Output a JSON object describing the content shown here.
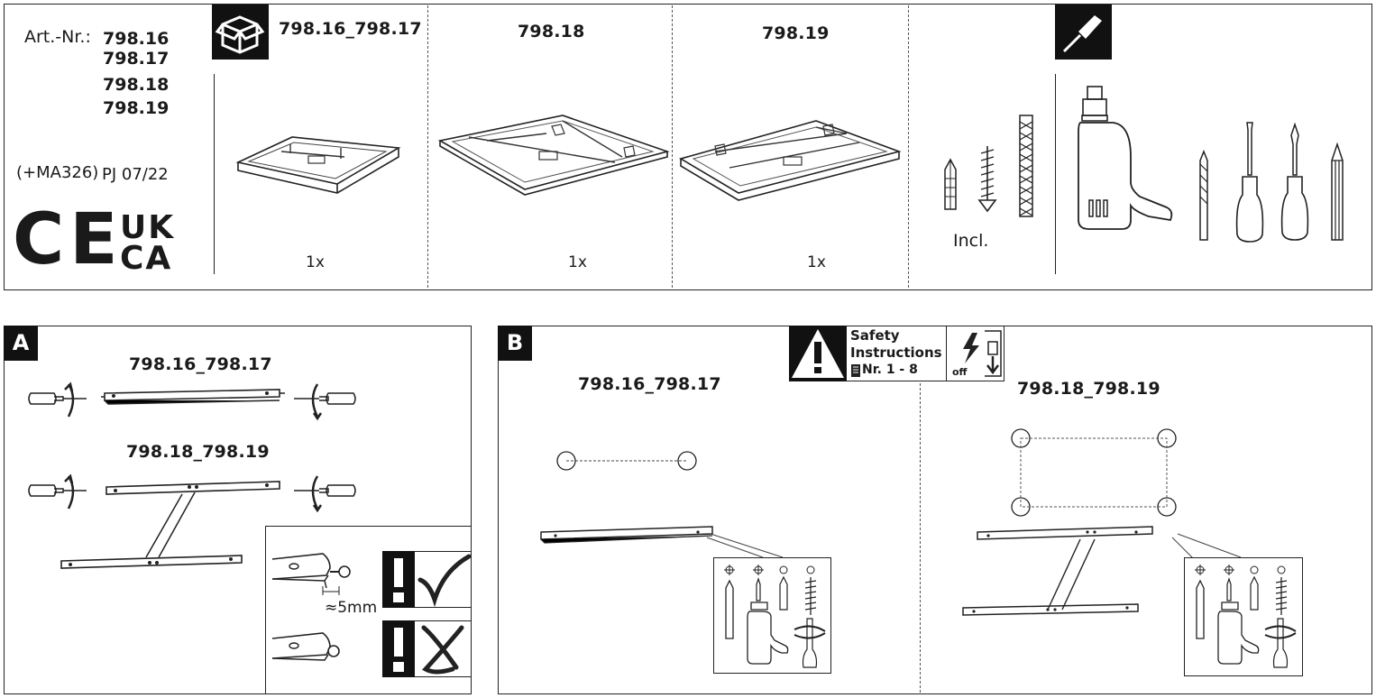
{
  "header": {
    "art_label": "Art.-Nr.:",
    "art_numbers": [
      "798.16",
      "798.17",
      "798.18",
      "798.19"
    ],
    "version": "(+MA326)",
    "date": "PJ 07/22",
    "ce_mark": "CE",
    "ukca_line1": "UK",
    "ukca_line2": "CA"
  },
  "package": {
    "col1_title": "798.16_798.17",
    "col2_title": "798.18",
    "col3_title": "798.19",
    "col1_qty": "1x",
    "col2_qty": "1x",
    "col3_qty": "1x",
    "hardware_label": "Incl."
  },
  "step_a": {
    "letter": "A",
    "title_top": "798.16_798.17",
    "title_bottom": "798.18_798.19",
    "distance": "≈5mm"
  },
  "step_b": {
    "letter": "B",
    "title_left": "798.16_798.17",
    "title_right": "798.18_798.19",
    "safety_line1": "Safety",
    "safety_line2": "Instructions",
    "safety_line3": "Nr. 1 - 8",
    "power": "off"
  },
  "icons": [
    "package-box-icon",
    "screwdriver-icon",
    "warning-icon",
    "electric-shock-icon"
  ]
}
